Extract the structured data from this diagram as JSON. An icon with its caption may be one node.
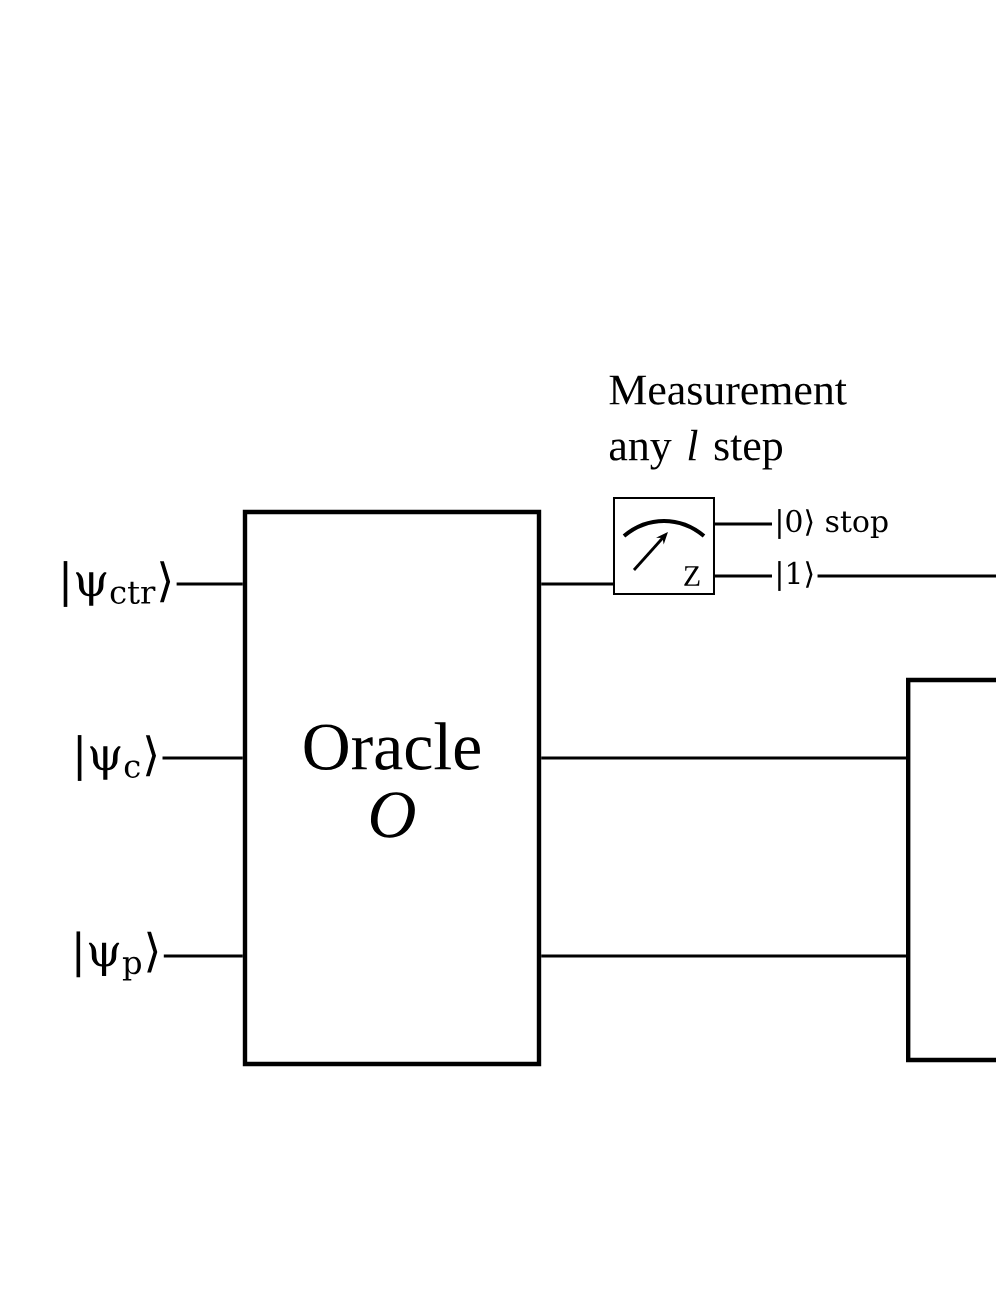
{
  "diagram": {
    "nodes": [
      {
        "text": [
          "|ψ$_{ctr}$⟩"
        ]
      },
      {
        "text": [
          "|ψ$_{c}$⟩"
        ]
      },
      {
        "text": [
          "|ψ$_{p}$⟩"
        ]
      },
      {
        "text": [
          "Oracle",
          "O"
        ]
      },
      {
        "text": [
          "Z"
        ],
        "beside": [
          "Measurement any *l* step"
        ]
      },
      {
        "text": [
          "|0⟩ stop"
        ]
      },
      {
        "text": [
          "|1⟩"
        ]
      },
      {
        "text": [],
        "shape": "box"
      }
    ],
    "edges": [
      {
        "from": 0,
        "to": 3,
        "arrow": "none"
      },
      {
        "from": 1,
        "to": 3,
        "arrow": "none"
      },
      {
        "from": 2,
        "to": 3,
        "arrow": "none"
      },
      {
        "from": 3,
        "to": 4,
        "arrow": "none"
      },
      {
        "from": 4,
        "to": 5,
        "arrow": "none"
      },
      {
        "from": 4,
        "to": 6,
        "arrow": "none"
      },
      {
        "from": 6,
        "to": null,
        "arrow": "none"
      },
      {
        "from": 3,
        "to": 7,
        "arrow": "none"
      },
      {
        "from": 3,
        "to": 7,
        "arrow": "none"
      }
    ]
  }
}
